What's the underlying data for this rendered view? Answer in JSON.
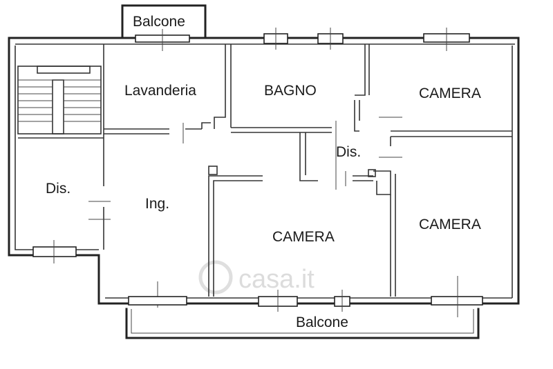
{
  "rooms": {
    "balcone_top": "Balcone",
    "lavanderia": "Lavanderia",
    "bagno": "BAGNO",
    "camera_top_right": "CAMERA",
    "dis_center": "Dis.",
    "dis_left": "Dis.",
    "ingresso": "Ing.",
    "camera_center": "CAMERA",
    "camera_right": "CAMERA",
    "balcone_bottom": "Balcone"
  },
  "watermark": "casa.it"
}
